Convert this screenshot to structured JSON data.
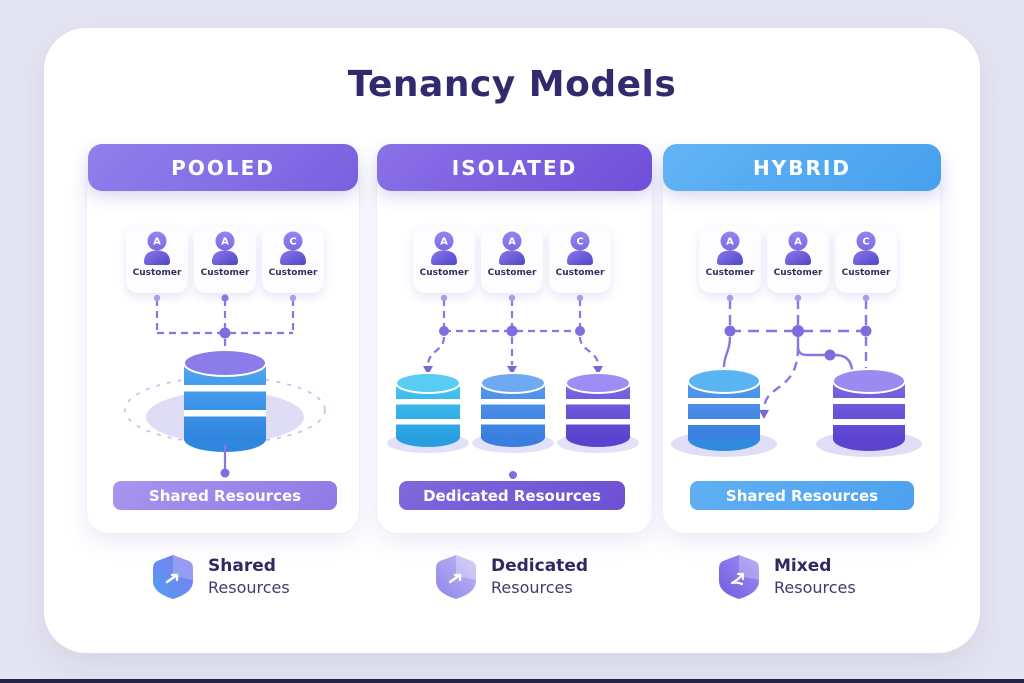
{
  "title": "Tenancy Models",
  "colors": {
    "background": "#e4e4f2",
    "panel": "#ffffff",
    "title_text": "#312b6e",
    "pooled_header": "#8472e6",
    "isolated_header": "#7c5fe0",
    "hybrid_header": "#54a9f0",
    "connector": "#8678e2",
    "pooled_pill": "#9d8ae9",
    "isolated_pill": "#775cd6",
    "hybrid_pill": "#58aaf0",
    "db_blue": "#3f97e8",
    "db_light_blue": "#3cc0ef",
    "db_purple": "#6f55d9",
    "platform": "#dfddf6"
  },
  "columns": [
    {
      "header": "POOLED",
      "customers": [
        {
          "label": "Customer",
          "badge": "A"
        },
        {
          "label": "Customer",
          "badge": "A"
        },
        {
          "label": "Customer",
          "badge": "C"
        }
      ],
      "resource_label": "Shared Resources"
    },
    {
      "header": "ISOLATED",
      "customers": [
        {
          "label": "Customer",
          "badge": "A"
        },
        {
          "label": "Customer",
          "badge": "A"
        },
        {
          "label": "Customer",
          "badge": "C"
        }
      ],
      "resource_label": "Dedicated Resources"
    },
    {
      "header": "HYBRID",
      "customers": [
        {
          "label": "Customer",
          "badge": "A"
        },
        {
          "label": "Customer",
          "badge": "A"
        },
        {
          "label": "Customer",
          "badge": "C"
        }
      ],
      "resource_label": "Shared Resources"
    }
  ],
  "legend": [
    {
      "title": "Shared",
      "subtitle": "Resources",
      "icon": "shield-cube-shared-icon"
    },
    {
      "title": "Dedicated",
      "subtitle": "Resources",
      "icon": "shield-cube-dedicated-icon"
    },
    {
      "title": "Mixed",
      "subtitle": "Resources",
      "icon": "shield-cube-mixed-icon"
    }
  ]
}
